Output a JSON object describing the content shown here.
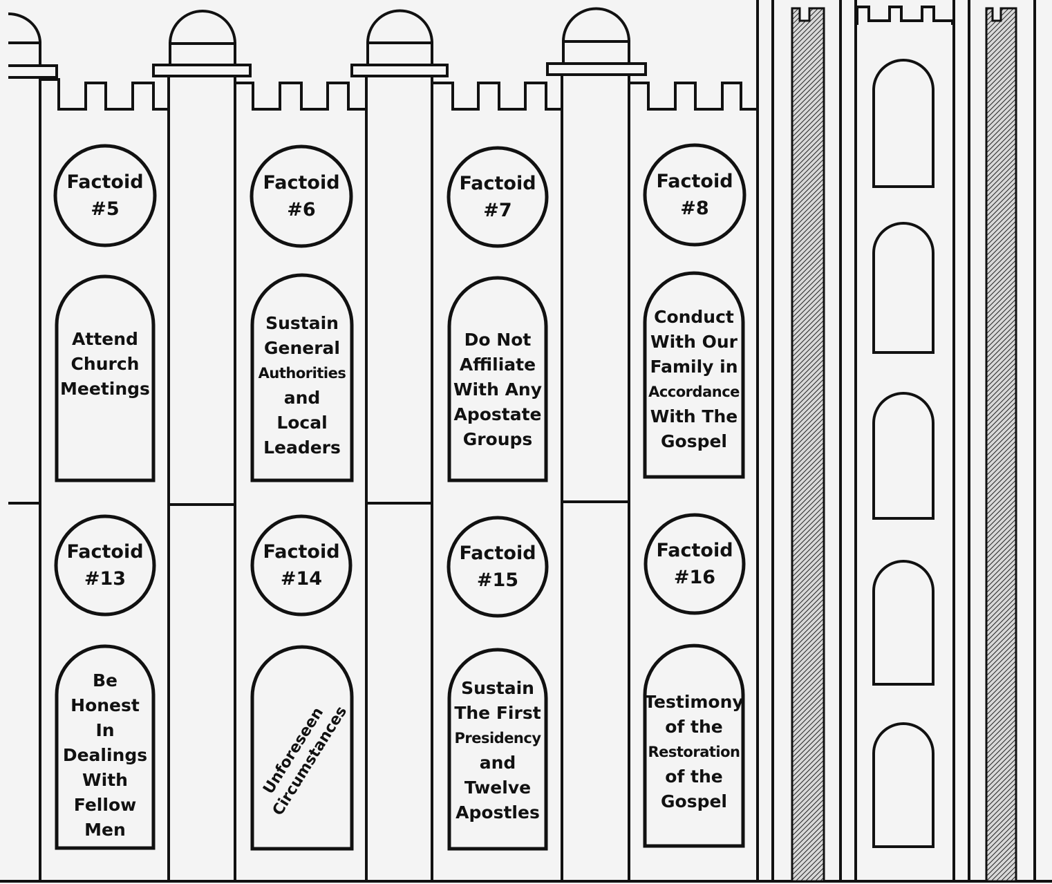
{
  "factoids": [
    {
      "lines": [
        "Factoid",
        "#5"
      ]
    },
    {
      "lines": [
        "Factoid",
        "#6"
      ]
    },
    {
      "lines": [
        "Factoid",
        "#7"
      ]
    },
    {
      "lines": [
        "Factoid",
        "#8"
      ]
    },
    {
      "lines": [
        "Factoid",
        "#13"
      ]
    },
    {
      "lines": [
        "Factoid",
        "#14"
      ]
    },
    {
      "lines": [
        "Factoid",
        "#15"
      ]
    },
    {
      "lines": [
        "Factoid",
        "#16"
      ]
    }
  ],
  "panels": [
    {
      "lines": [
        "Attend",
        "Church",
        "Meetings"
      ]
    },
    {
      "lines": [
        "Sustain",
        "General",
        "Authorities",
        "and",
        "Local",
        "Leaders"
      ]
    },
    {
      "lines": [
        "Do Not",
        "Affiliate",
        "With Any",
        "Apostate",
        "Groups"
      ]
    },
    {
      "lines": [
        "Conduct",
        "With Our",
        "Family in",
        "Accordance",
        "With The",
        "Gospel"
      ]
    },
    {
      "lines": [
        "Be",
        "Honest",
        "In",
        "Dealings",
        "With",
        "Fellow",
        "Men"
      ]
    },
    {
      "lines": [
        "Unforeseen",
        "Circumstances"
      ]
    },
    {
      "lines": [
        "Sustain",
        "The First",
        "Presidency",
        "and",
        "Twelve",
        "Apostles"
      ]
    },
    {
      "lines": [
        "Testimony",
        "of the",
        "Restoration",
        "of the",
        "Gospel"
      ]
    }
  ]
}
